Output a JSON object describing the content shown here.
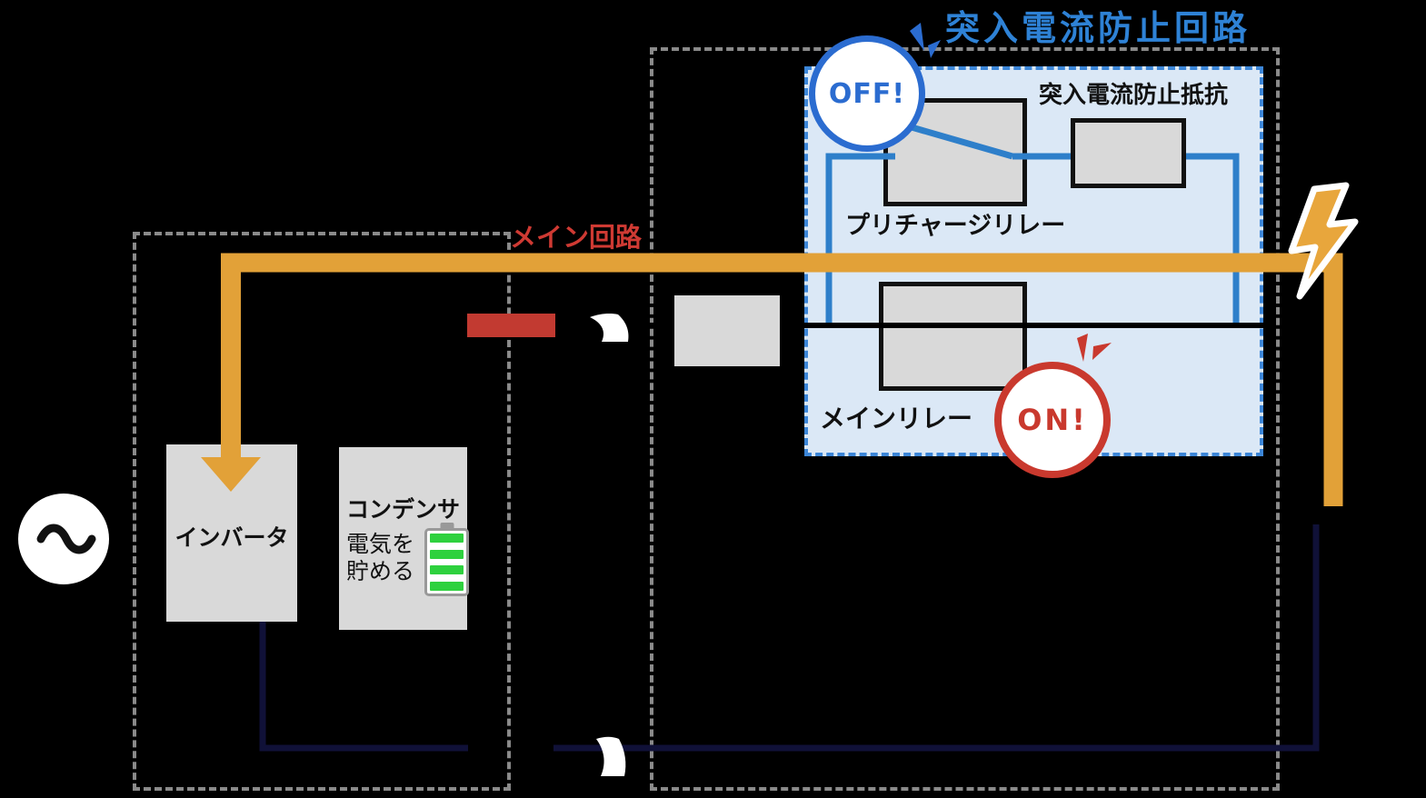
{
  "title": {
    "text": "突入電流防止回路",
    "color": "#2e82d6"
  },
  "labels": {
    "main_circuit": "メイン回路",
    "resistor": "突入電流防止抵抗",
    "precharge_relay": "プリチャージリレー",
    "main_relay": "メインリレー",
    "inverter": "インバータ",
    "capacitor_title": "コンデンサ",
    "capacitor_line1": "電気を",
    "capacitor_line2": "貯める"
  },
  "badges": {
    "off": {
      "text": "OFF!",
      "color": "#2b6cd0"
    },
    "on": {
      "text": "ON!",
      "color": "#c9392e"
    }
  },
  "colors": {
    "background": "#000000",
    "panel_fill": "#dbe8f6",
    "panel_border_blue": "#3c86d8",
    "component_fill": "#d9d9d9",
    "component_border": "#111111",
    "wire_blue": "#2e7fca",
    "wire_black": "#000000",
    "wire_navy": "#101138",
    "main_path_orange": "#e2a138",
    "lightning_orange": "#e8a63c",
    "fuse_red": "#c23a31",
    "label_red": "#cf3a33",
    "battery_green": "#2ed13e",
    "outline_gray": "#8a8a8a"
  },
  "icons": {
    "power_input": "lightning-bolt-icon",
    "capacitor": "battery-icon",
    "source": "ac-wave-icon",
    "wire_break": "cut-mark-icon",
    "emphasis": "spark-icon",
    "flow": "arrow-down-icon"
  }
}
